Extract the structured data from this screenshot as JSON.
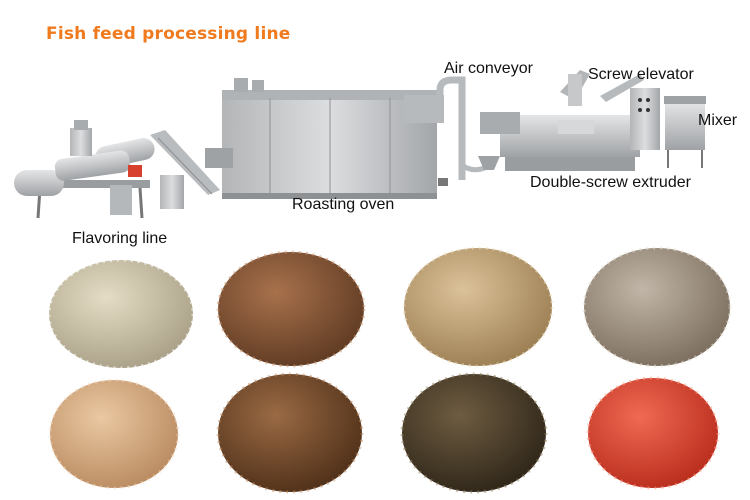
{
  "title": "Fish feed processing line",
  "labels": {
    "air_conveyor": "Air conveyor",
    "screw_elevator": "Screw elevator",
    "mixer": "Mixer",
    "double_screw_extruder": "Double-screw extruder",
    "roasting_oven": "Roasting oven",
    "flavoring_line": "Flavoring line"
  },
  "colors": {
    "title": "#f07a1e",
    "machine_steel": "#c7c9cb",
    "machine_shadow": "#8e9194",
    "feed_pellet_samples": [
      "#cfc7ad",
      "#8a5a3a",
      "#c6a878",
      "#9c8f7f",
      "#d9b08a",
      "#7a4a2a",
      "#4a3d2a",
      "#d8402a"
    ]
  }
}
